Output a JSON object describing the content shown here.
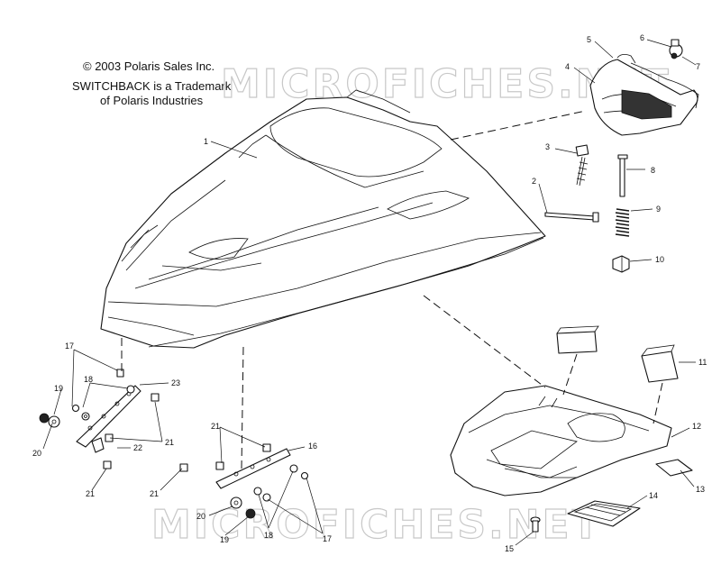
{
  "header": {
    "copyright_line": "© 2003 Polaris Sales Inc.",
    "trademark_line_1": "SWITCHBACK is a Trademark",
    "trademark_line_2": "of Polaris Industries"
  },
  "watermarks": {
    "top": "MICROFICHES.NET",
    "bottom": "MICROFICHES.NET"
  },
  "callouts": {
    "c1": "1",
    "c2": "2",
    "c3": "3",
    "c4": "4",
    "c5": "5",
    "c6": "6",
    "c7": "7",
    "c8": "8",
    "c9": "9",
    "c10": "10",
    "c11": "11",
    "c12": "12",
    "c13": "13",
    "c14": "14",
    "c15": "15",
    "c16": "16",
    "c17a": "17",
    "c17b": "17",
    "c18a": "18",
    "c18b": "18",
    "c19a": "19",
    "c19b": "19",
    "c20a": "20",
    "c20b": "20",
    "c21a": "21",
    "c21b": "21",
    "c21c": "21",
    "c21d": "21",
    "c22": "22",
    "c23": "23"
  },
  "colors": {
    "line": "#111111",
    "watermark": "#c8c8c8",
    "background": "#ffffff"
  }
}
